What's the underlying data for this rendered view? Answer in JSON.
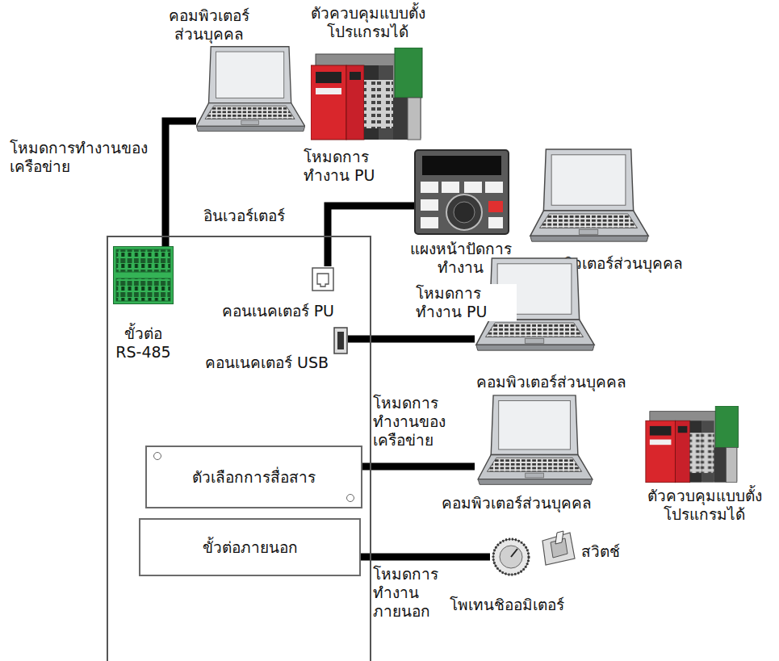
{
  "diagram": {
    "nodes": [
      {
        "text": [
          "อินเวอร์เตอร์"
        ]
      },
      {
        "text": [
          "ขั้วต่อ RS-485"
        ],
        "in": 0
      },
      {
        "text": [
          "คอนเนคเตอร์ PU"
        ],
        "in": 0
      },
      {
        "text": [
          "คอนเนคเตอร์ USB"
        ],
        "in": 0
      },
      {
        "text": [
          "ตัวเลือกการสื่อสาร"
        ],
        "in": 0
      },
      {
        "text": [
          "ขั้วต่อภายนอก"
        ],
        "in": 0
      },
      {
        "text": [
          "คอมพิวเตอร์ ส่วนบุคคล"
        ]
      },
      {
        "text": [
          "ตัวควบคุมแบบตั้งโปรแกรมได้"
        ]
      },
      {
        "text": [
          "แผงหน้าปัดการทำงาน"
        ]
      },
      {
        "text": [
          "คอมพิวเตอร์ส่วนบุคคล"
        ]
      },
      {
        "text": [
          "คอมพิวเตอร์ส่วนบุคคล"
        ]
      },
      {
        "text": [
          "คอมพิวเตอร์ส่วนบุคคล"
        ]
      },
      {
        "text": [
          "ตัวควบคุมแบบตั้งโปรแกรมได้"
        ]
      },
      {
        "text": [
          "โพเทนชิออมิเตอร์"
        ]
      },
      {
        "text": [
          "สวิตช์"
        ]
      }
    ],
    "edges": [
      {
        "from": 1,
        "to": 6,
        "arrow": "none",
        "label": "โหมดการทำงานของเครือข่าย"
      },
      {
        "from": 2,
        "to": 8,
        "arrow": "none",
        "label": "โหมดการทำงาน PU"
      },
      {
        "from": 3,
        "to": 10,
        "arrow": "none",
        "label": "โหมดการทำงาน PU"
      },
      {
        "from": 4,
        "to": 11,
        "arrow": "none",
        "label": "โหมดการทำงานของเครือข่าย"
      },
      {
        "from": 5,
        "to": 13,
        "arrow": "none",
        "label": "โหมดการทำงานภายนอก"
      }
    ]
  }
}
